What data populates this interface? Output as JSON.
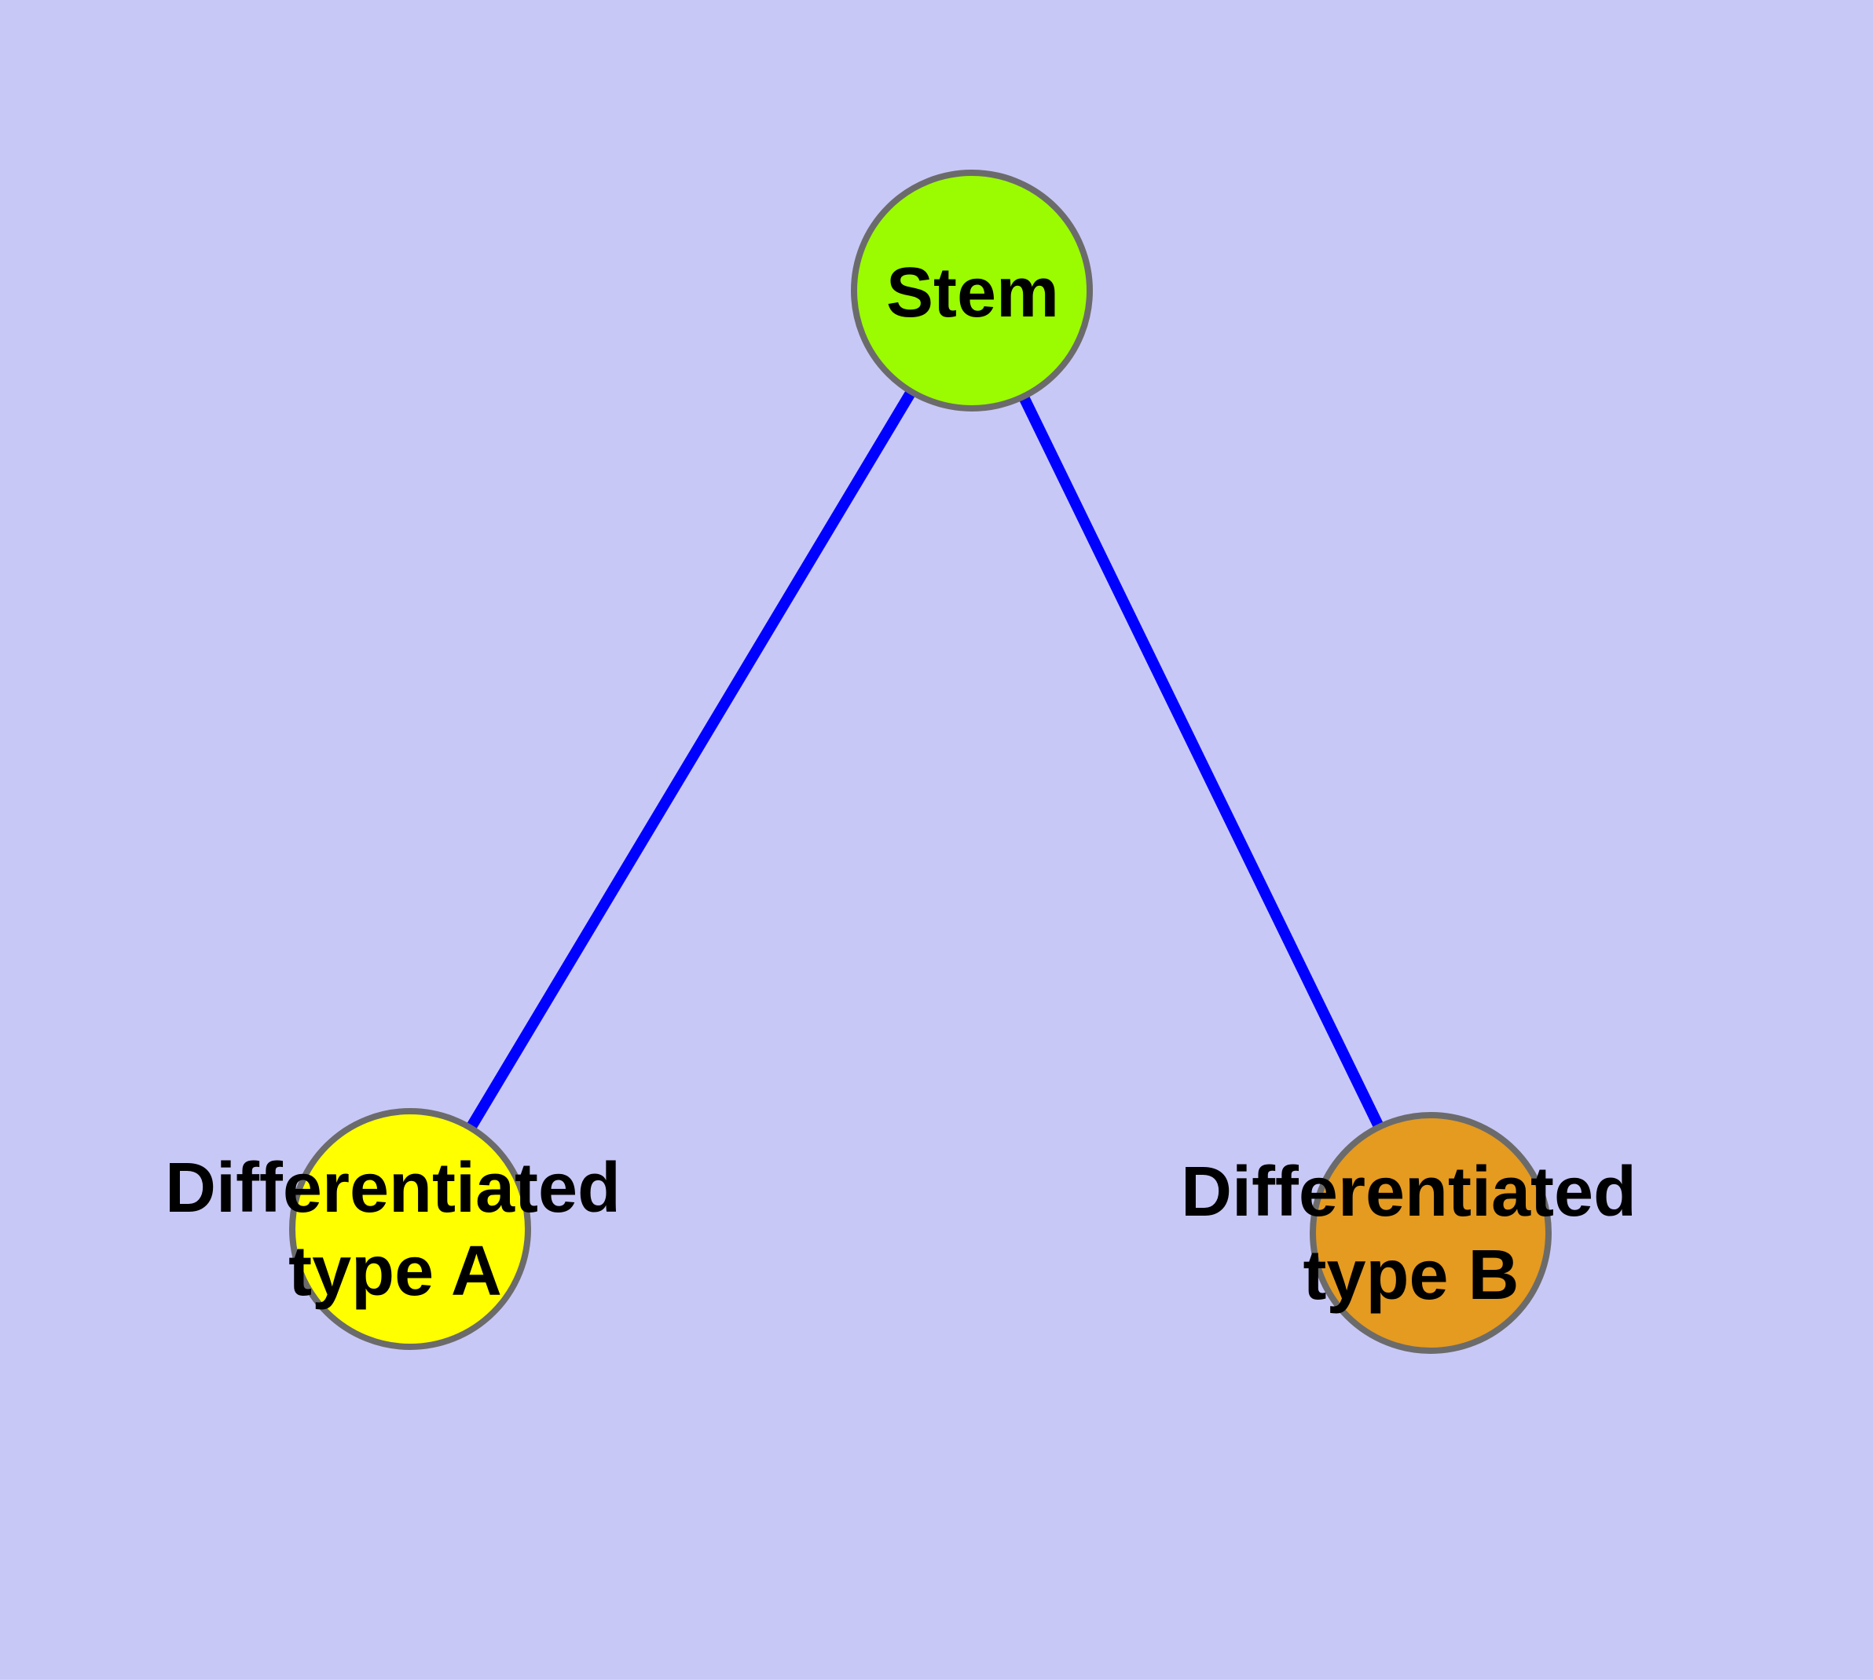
{
  "colors": {
    "background": "#C8C8F7",
    "edge": "#0000FF",
    "node_border": "#6B6B6B",
    "label_text": "#000000"
  },
  "diagram": {
    "type": "graph",
    "description": "Cell differentiation hierarchy: a stem node connected to two differentiated cell type nodes",
    "nodes": [
      {
        "id": "stem",
        "label": "Stem",
        "fill": "#9BFB00"
      },
      {
        "id": "typeA",
        "label": "Differentiated type A",
        "label_line1": "Differentiated",
        "label_line2": "type A",
        "fill": "#FFFF00"
      },
      {
        "id": "typeB",
        "label": "Differentiated type B",
        "label_line1": "Differentiated",
        "label_line2": "type B",
        "fill": "#E59A20"
      }
    ],
    "edges": [
      {
        "from": "Stem",
        "to": "Differentiated type A"
      },
      {
        "from": "Stem",
        "to": "Differentiated type B"
      }
    ]
  }
}
